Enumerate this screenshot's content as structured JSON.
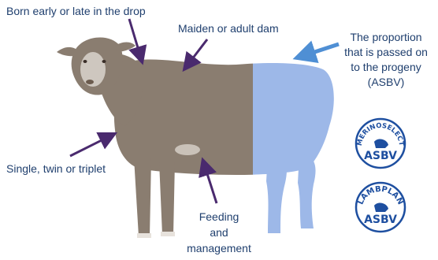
{
  "labels": {
    "born": "Born early or late in the drop",
    "dam": "Maiden or adult dam",
    "single": "Single, twin or triplet",
    "feeding": [
      "Feeding",
      "and",
      "management"
    ],
    "proportion": [
      "The proportion",
      "that is passed on",
      "to the progeny",
      "(ASBV)"
    ]
  },
  "logos": {
    "merinoselect": {
      "arc": "MERINOSELECT",
      "main": "ASBV"
    },
    "lambplan": {
      "arc": "LAMBPLAN",
      "main": "ASBV"
    }
  },
  "colors": {
    "text": "#1f3f6e",
    "arrow_dark": "#4a2a6e",
    "arrow_light": "#4f8fd4",
    "sheep_brown": "#8a7d70",
    "sheep_blue": "#9db8e8",
    "logo_blue": "#1e4fa0"
  }
}
